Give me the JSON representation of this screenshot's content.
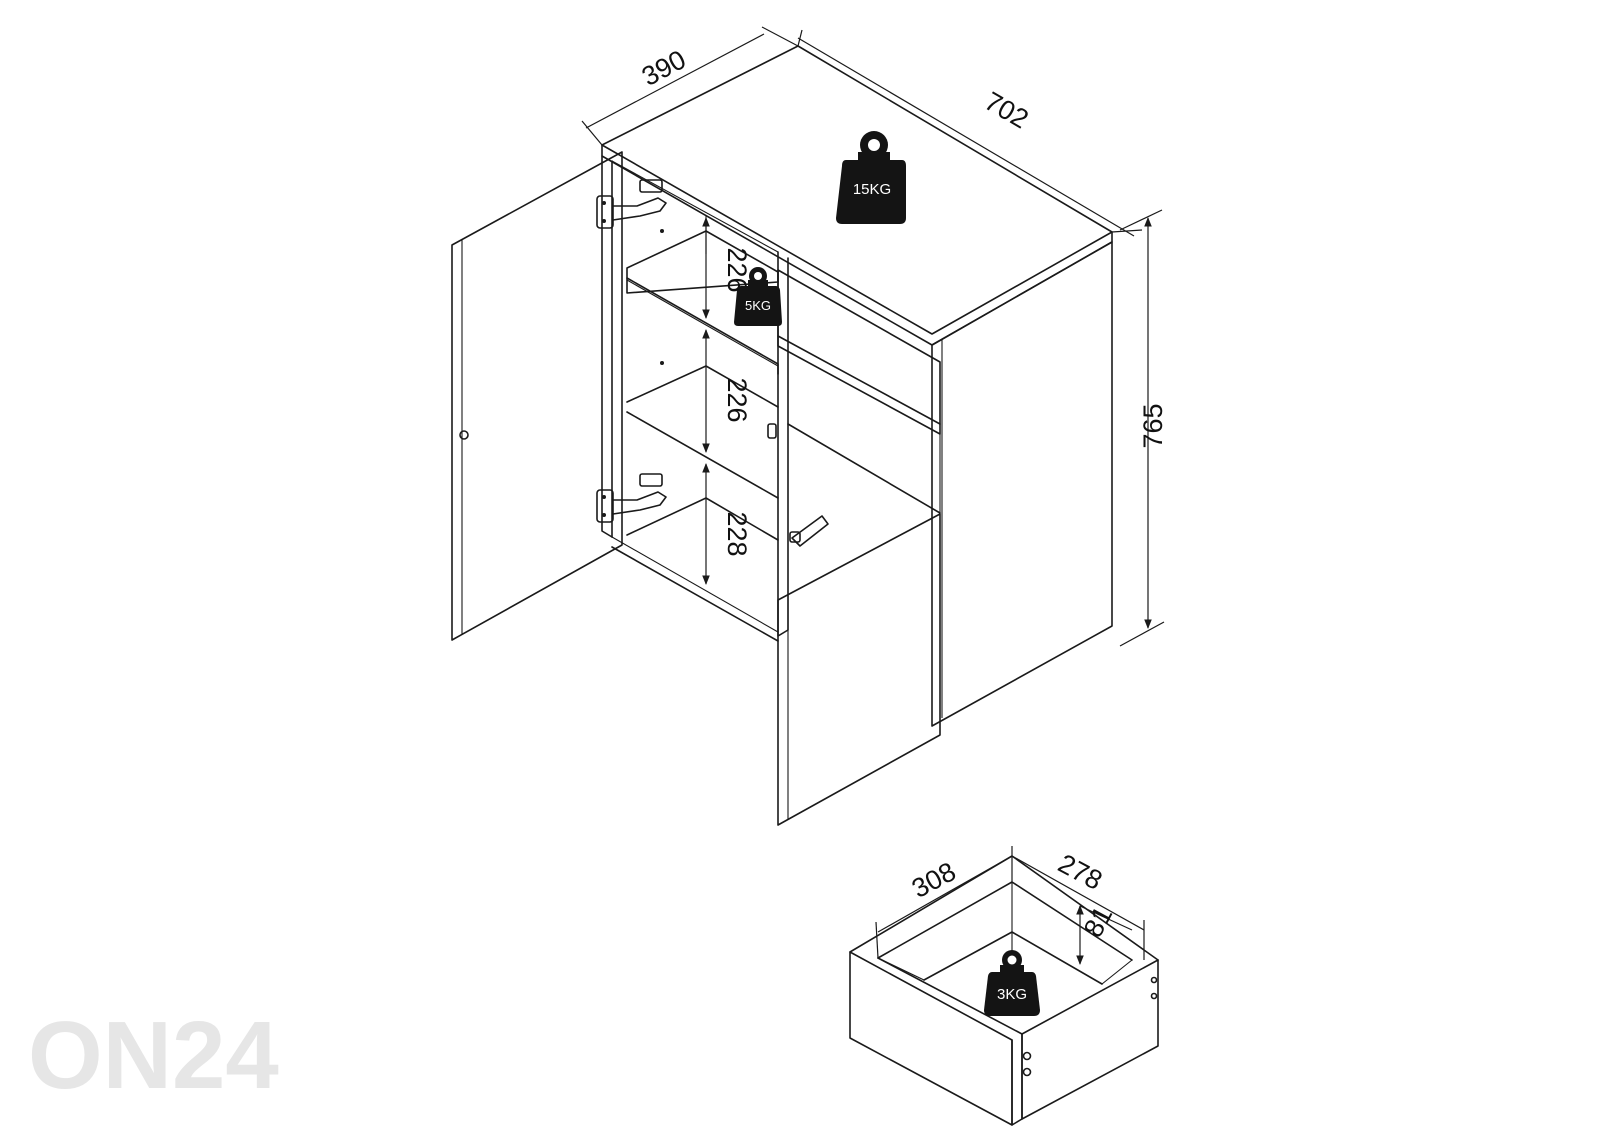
{
  "dimensions": {
    "depth": "390",
    "width": "702",
    "height": "765",
    "shelf_top": "226",
    "shelf_middle": "226",
    "shelf_bottom": "228",
    "drawer_width": "308",
    "drawer_depth": "278",
    "drawer_height": "81"
  },
  "weights": {
    "top": "15KG",
    "shelf": "5KG",
    "drawer": "3KG"
  },
  "watermark": "ON24",
  "colors": {
    "line": "#1a1a1a",
    "weight_fill": "#141414",
    "watermark": "#e6e6e6"
  }
}
